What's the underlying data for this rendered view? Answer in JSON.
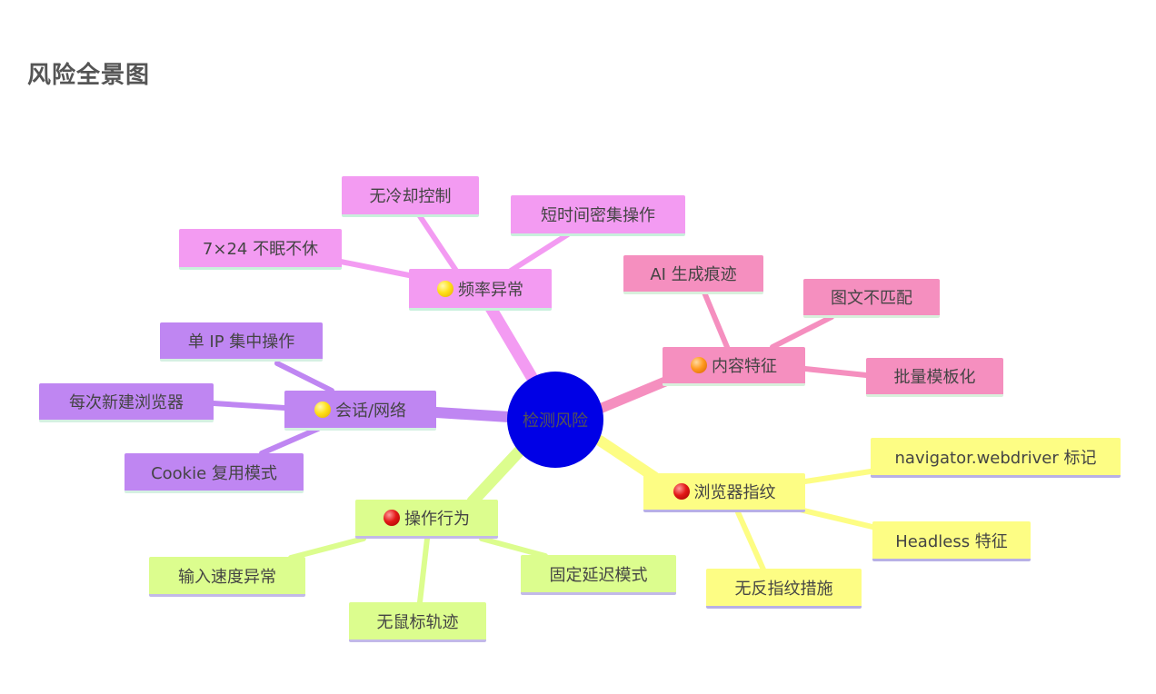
{
  "title": "风险全景图",
  "center": {
    "label": "检测风险"
  },
  "branches": {
    "frequency": {
      "label": "频率异常",
      "indicator": "yellow-dot",
      "color": "#f39bf2",
      "children": [
        "无冷却控制",
        "短时间密集操作",
        "7×24 不眠不休"
      ]
    },
    "content": {
      "label": "内容特征",
      "indicator": "orange-dot",
      "color": "#f58fbf",
      "children": [
        "AI 生成痕迹",
        "图文不匹配",
        "批量模板化"
      ]
    },
    "session": {
      "label": "会话/网络",
      "indicator": "yellow-dot",
      "color": "#bf86f2",
      "children": [
        "单 IP 集中操作",
        "每次新建浏览器",
        "Cookie 复用模式"
      ]
    },
    "fingerprint": {
      "label": "浏览器指纹",
      "indicator": "red-dot",
      "color": "#fdfd84",
      "children": [
        "navigator.webdriver 标记",
        "Headless 特征",
        "无反指纹措施"
      ]
    },
    "behavior": {
      "label": "操作行为",
      "indicator": "red-dot",
      "color": "#dcfd8e",
      "children": [
        "输入速度异常",
        "无鼠标轨迹",
        "固定延迟模式"
      ]
    }
  }
}
